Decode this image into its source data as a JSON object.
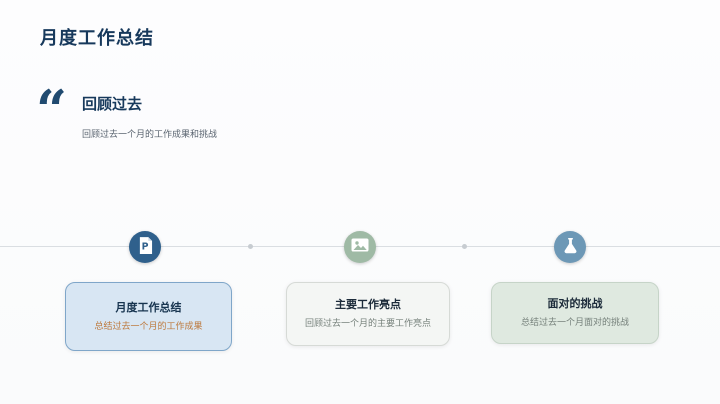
{
  "slide": {
    "title": "月度工作总结",
    "quote": {
      "glyph": "“",
      "heading": "回顾过去",
      "subtitle": "回顾过去一个月的工作成果和挑战"
    },
    "colors": {
      "title_text": "#17395c",
      "timeline_line": "#dadee2",
      "timeline_dot": "#c7ccd1"
    },
    "timeline": {
      "items": [
        {
          "icon": "presentation-file-icon",
          "icon_letter": "P",
          "circle_color": "#2f608c",
          "card_bg": "#d8e6f3",
          "card_border": "#7fa6c9",
          "title": "月度工作总结",
          "description": "总结过去一个月的工作成果",
          "description_color": "#bd7a3e"
        },
        {
          "icon": "image-icon",
          "circle_color": "#9fbaa5",
          "card_bg": "#f4f6f4",
          "card_border": "#d6dad6",
          "title": "主要工作亮点",
          "description": "回顾过去一个月的主要工作亮点",
          "description_color": "#76817b"
        },
        {
          "icon": "flask-icon",
          "circle_color": "#6d98b6",
          "card_bg": "#dfe9e0",
          "card_border": "#c6d4c8",
          "title": "面对的挑战",
          "description": "总结过去一个月面对的挑战",
          "description_color": "#76817b"
        }
      ]
    }
  }
}
